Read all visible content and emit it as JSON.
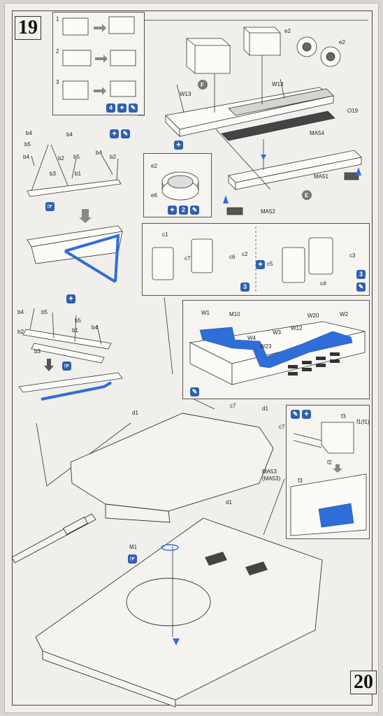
{
  "steps": {
    "current": "19",
    "next": "20"
  },
  "colors": {
    "highlight": "#2f6ed8",
    "icon": "#2f5fb0",
    "line": "#333333",
    "paper": "#f1efeb"
  },
  "icons": {
    "cement": "glue-icon",
    "paint": "brush-icon",
    "both_sides": "both-sides-icon",
    "repeat": "repeat-icon",
    "note": "hand-icon"
  },
  "panel_sequence": {
    "repeat_label": "4"
  },
  "upper_rack": {
    "labels": {
      "e2a": "e2",
      "e2b": "e2",
      "w13a": "W13",
      "w13b": "W13",
      "f_badge": "F",
      "o19": "O19",
      "ma54": "MA54",
      "ma51": "MA51",
      "ma52": "MA52",
      "e_badge": "E"
    }
  },
  "bracket_left": {
    "labels": [
      "b4",
      "b4",
      "b5",
      "b2",
      "b4",
      "b3",
      "b5",
      "b1",
      "b4",
      "b2"
    ]
  },
  "bracket_left_2": {
    "labels": [
      "b4",
      "b5",
      "b5",
      "b2",
      "b1",
      "b4",
      "b3"
    ]
  },
  "drum": {
    "labels": {
      "e2": "e2",
      "e6": "e6"
    },
    "icon_label": "2"
  },
  "cans": {
    "labels": {
      "c1": "c1",
      "c7": "c7",
      "c6": "c6",
      "c2": "c2",
      "c5": "c5",
      "c4": "c4",
      "c3": "c3"
    },
    "repeat_a": "3",
    "repeat_b": "3"
  },
  "net": {
    "labels": {
      "w1": "W1",
      "m10": "M10",
      "w20": "W20",
      "w2": "W2",
      "w3": "W3",
      "w12": "W12",
      "w4": "W4",
      "w23": "W23"
    }
  },
  "flap": {
    "labels": {
      "f3a": "f3",
      "f1": "f1(f1)",
      "f2": "f2",
      "f3b": "f3"
    }
  },
  "turret": {
    "labels": {
      "d1a": "d1",
      "c7a": "c7",
      "d1b": "d1",
      "c7b": "c7",
      "ma53": "MA53",
      "ma53b": "(MA53)",
      "d1c": "d1",
      "m1": "M1"
    }
  }
}
